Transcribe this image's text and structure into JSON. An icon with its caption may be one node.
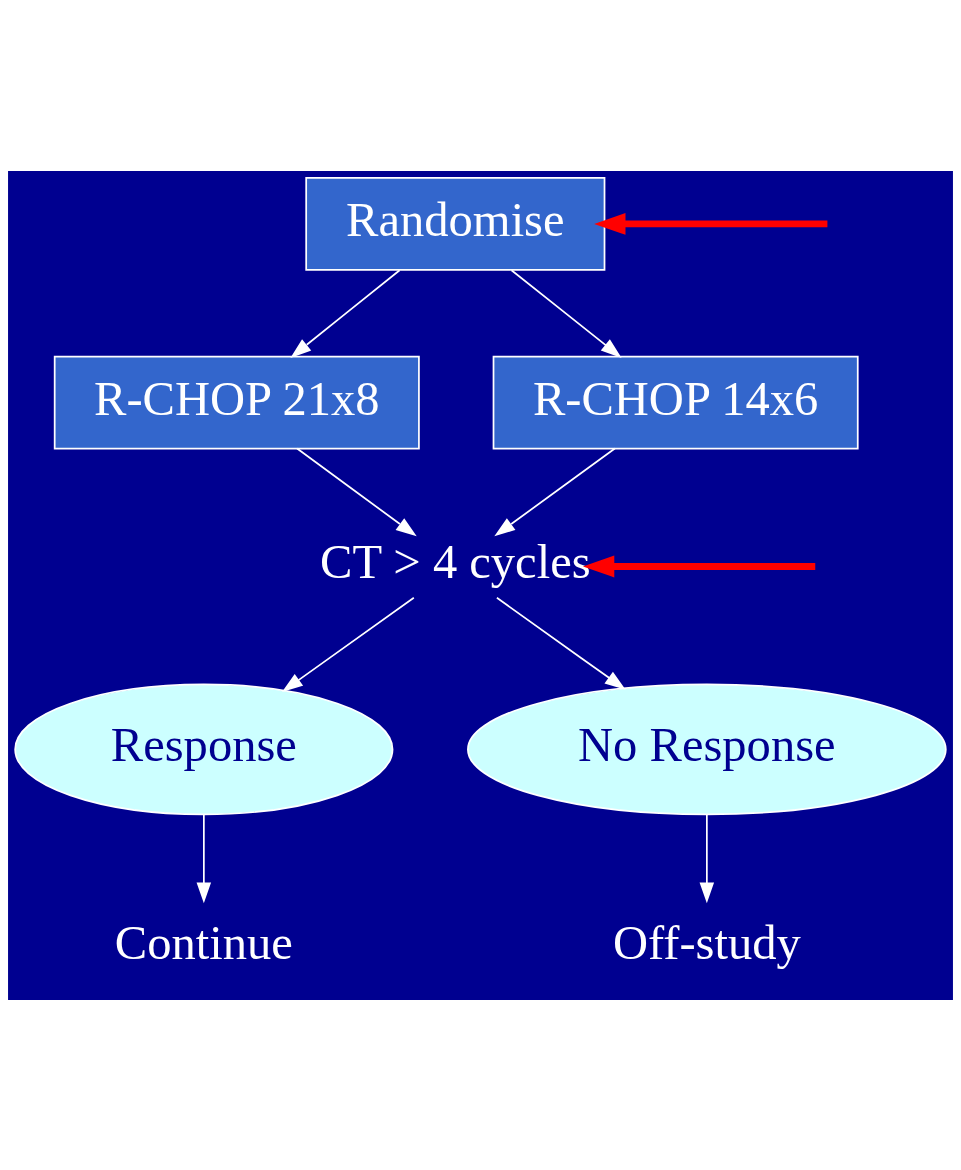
{
  "diagram": {
    "nodes": [
      {
        "text": [
          "Randomise"
        ]
      },
      {
        "text": [
          "R-CHOP 21x8"
        ]
      },
      {
        "text": [
          "R-CHOP 14x6"
        ]
      },
      {
        "text": [
          "CT > 4 cycles"
        ]
      },
      {
        "text": [
          "Response"
        ]
      },
      {
        "text": [
          "No Response"
        ]
      },
      {
        "text": [
          "Continue"
        ]
      },
      {
        "text": [
          "Off-study"
        ]
      }
    ],
    "edges": [
      {
        "from": 0,
        "to": 1,
        "arrow": "to"
      },
      {
        "from": 0,
        "to": 2,
        "arrow": "to"
      },
      {
        "from": 1,
        "to": 3,
        "arrow": "to"
      },
      {
        "from": 2,
        "to": 3,
        "arrow": "to"
      },
      {
        "from": 3,
        "to": 4,
        "arrow": "to"
      },
      {
        "from": 3,
        "to": 5,
        "arrow": "to"
      },
      {
        "from": 4,
        "to": 6,
        "arrow": "to"
      },
      {
        "from": 5,
        "to": 7,
        "arrow": "to"
      },
      {
        "from": null,
        "to": 0,
        "arrow": "to",
        "style": "thick",
        "color": "#ff0000"
      },
      {
        "from": null,
        "to": 3,
        "arrow": "to",
        "style": "thick",
        "color": "#ff0000"
      }
    ]
  }
}
